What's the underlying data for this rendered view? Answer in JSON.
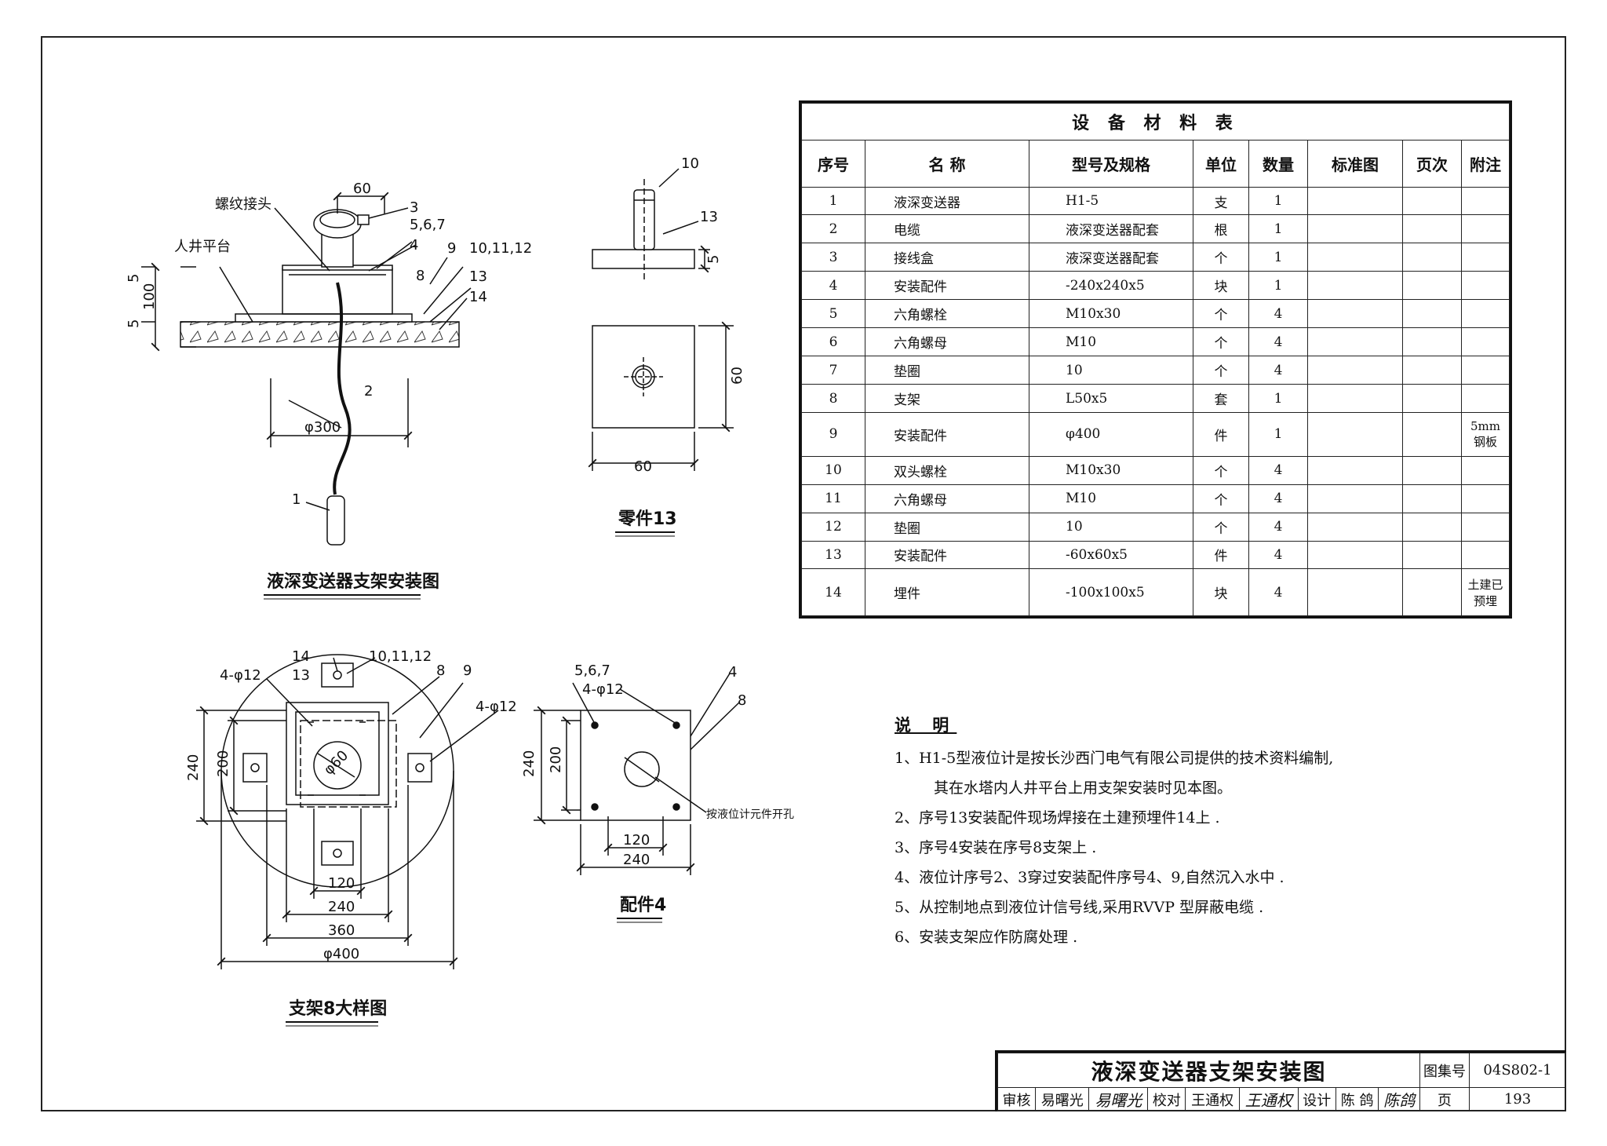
{
  "views": {
    "elevation_title": "液深变送器支架安装图",
    "part13_title": "零件13",
    "bracket8_title": "支架8大样图",
    "part4_title": "配件4"
  },
  "callouts": {
    "threaded_joint": "螺纹接头",
    "manhole_platform": "人井平台",
    "c1": "1",
    "c2": "2",
    "c3": "3",
    "c4": "4",
    "c567": "5,6,7",
    "c8": "8",
    "c9": "9",
    "c10111213": "10,11,12",
    "c13": "13",
    "c14": "14",
    "c10": "10",
    "hole4phi12": "4-φ12",
    "sensor_hole": "按液位计元件开孔"
  },
  "dims": {
    "d60": "60",
    "d5": "5",
    "d100": "100",
    "dphi300": "φ300",
    "d240": "240",
    "d200": "200",
    "d120": "120",
    "d360": "360",
    "dphi400": "φ400",
    "dphi60": "φ60"
  },
  "materials": {
    "title": "设 备 材 料 表",
    "headers": [
      "序号",
      "名 称",
      "型号及规格",
      "单位",
      "数量",
      "标准图",
      "页次",
      "附注"
    ],
    "rows": [
      [
        "1",
        "液深变送器",
        "H1-5",
        "支",
        "1",
        "",
        "",
        ""
      ],
      [
        "2",
        "电缆",
        "液深变送器配套",
        "根",
        "1",
        "",
        "",
        ""
      ],
      [
        "3",
        "接线盒",
        "液深变送器配套",
        "个",
        "1",
        "",
        "",
        ""
      ],
      [
        "4",
        "安装配件",
        "-240x240x5",
        "块",
        "1",
        "",
        "",
        ""
      ],
      [
        "5",
        "六角螺栓",
        "M10x30",
        "个",
        "4",
        "",
        "",
        ""
      ],
      [
        "6",
        "六角螺母",
        "M10",
        "个",
        "4",
        "",
        "",
        ""
      ],
      [
        "7",
        "垫圈",
        "10",
        "个",
        "4",
        "",
        "",
        ""
      ],
      [
        "8",
        "支架",
        "L50x5",
        "套",
        "1",
        "",
        "",
        ""
      ],
      [
        "9",
        "安装配件",
        "φ400",
        "件",
        "1",
        "",
        "",
        "5mm钢板"
      ],
      [
        "10",
        "双头螺栓",
        "M10x30",
        "个",
        "4",
        "",
        "",
        ""
      ],
      [
        "11",
        "六角螺母",
        "M10",
        "个",
        "4",
        "",
        "",
        ""
      ],
      [
        "12",
        "垫圈",
        "10",
        "个",
        "4",
        "",
        "",
        ""
      ],
      [
        "13",
        "安装配件",
        "-60x60x5",
        "件",
        "4",
        "",
        "",
        ""
      ],
      [
        "14",
        "埋件",
        "-100x100x5",
        "块",
        "4",
        "",
        "",
        "土建已预埋"
      ]
    ]
  },
  "notes": {
    "heading": "说 明",
    "items": [
      "1、H1-5型液位计是按长沙西门电气有限公司提供的技术资料编制,",
      "其在水塔内人井平台上用支架安装时见本图。",
      "2、序号13安装配件现场焊接在土建预埋件14上 .",
      "3、序号4安装在序号8支架上 .",
      "4、液位计序号2、3穿过安装配件序号4、9,自然沉入水中 .",
      "5、从控制地点到液位计信号线,采用RVVP 型屏蔽电缆 .",
      "6、安装支架应作防腐处理 ."
    ]
  },
  "title_block": {
    "drawing_title": "液深变送器支架安装图",
    "atlas_label": "图集号",
    "atlas_no": "04S802-1",
    "review_label": "审核",
    "reviewer": "易曙光",
    "reviewer_sig": "易曙光",
    "check_label": "校对",
    "checker": "王通权",
    "checker_sig": "王通权",
    "design_label": "设计",
    "designer": "陈 鸽",
    "designer_sig": "陈鸽",
    "page_label": "页",
    "page_no": "193"
  }
}
